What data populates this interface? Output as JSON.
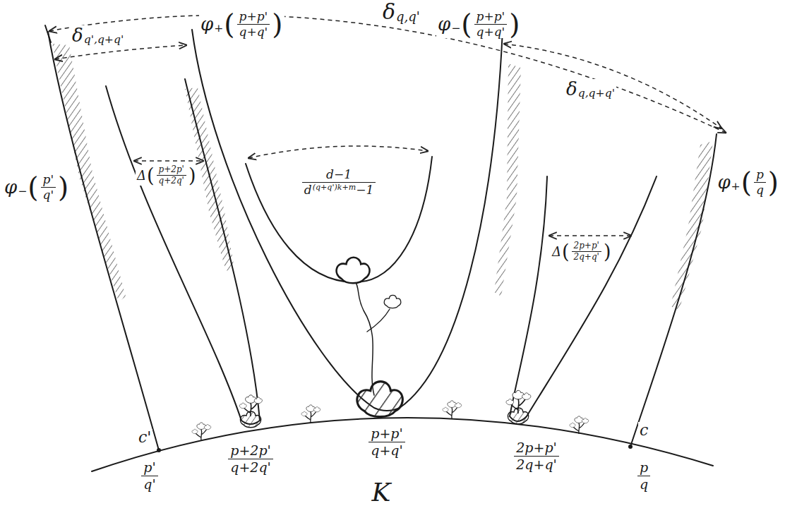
{
  "diagram": {
    "labels": [
      "δ",
      "q,q'",
      "δ",
      "q',q+q'",
      "φ",
      "+",
      "(",
      "p+p'",
      "q+q'",
      ")",
      "φ",
      "−",
      "(",
      "p+p'",
      "q+q'",
      ")",
      "δ",
      "q,q+q'",
      "φ",
      "−",
      "(",
      "p'",
      "q'",
      ")",
      "φ",
      "+",
      "(",
      "p",
      "q",
      ")",
      "Δ",
      "(",
      "p+2p'",
      "q+2q'",
      ")",
      "Δ",
      "(",
      "2p+p'",
      "2q+q'",
      ")",
      "d−1",
      "d",
      "(q+q')k+m",
      "−1",
      "c'",
      "c",
      "p'",
      "q'",
      "p+2p'",
      "q+2q'",
      "p+p'",
      "q+q'",
      "2p+p'",
      "2q+q'",
      "p",
      "q",
      "K"
    ]
  }
}
